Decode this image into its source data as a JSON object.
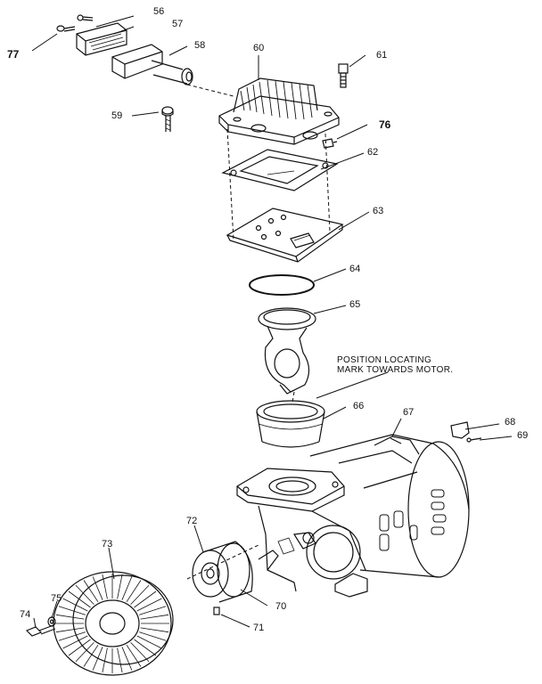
{
  "labels": {
    "p56": "56",
    "p57": "57",
    "p58": "58",
    "p59": "59",
    "p60": "60",
    "p61": "61",
    "p62": "62",
    "p63": "63",
    "p64": "64",
    "p65": "65",
    "p66": "66",
    "p67": "67",
    "p68": "68",
    "p69": "69",
    "p70": "70",
    "p71": "71",
    "p72": "72",
    "p73": "73",
    "p74": "74",
    "p75": "75",
    "p76": "76",
    "p77": "77"
  },
  "note": {
    "line1": "POSITION LOCATING",
    "line2": "MARK TOWARDS MOTOR."
  }
}
